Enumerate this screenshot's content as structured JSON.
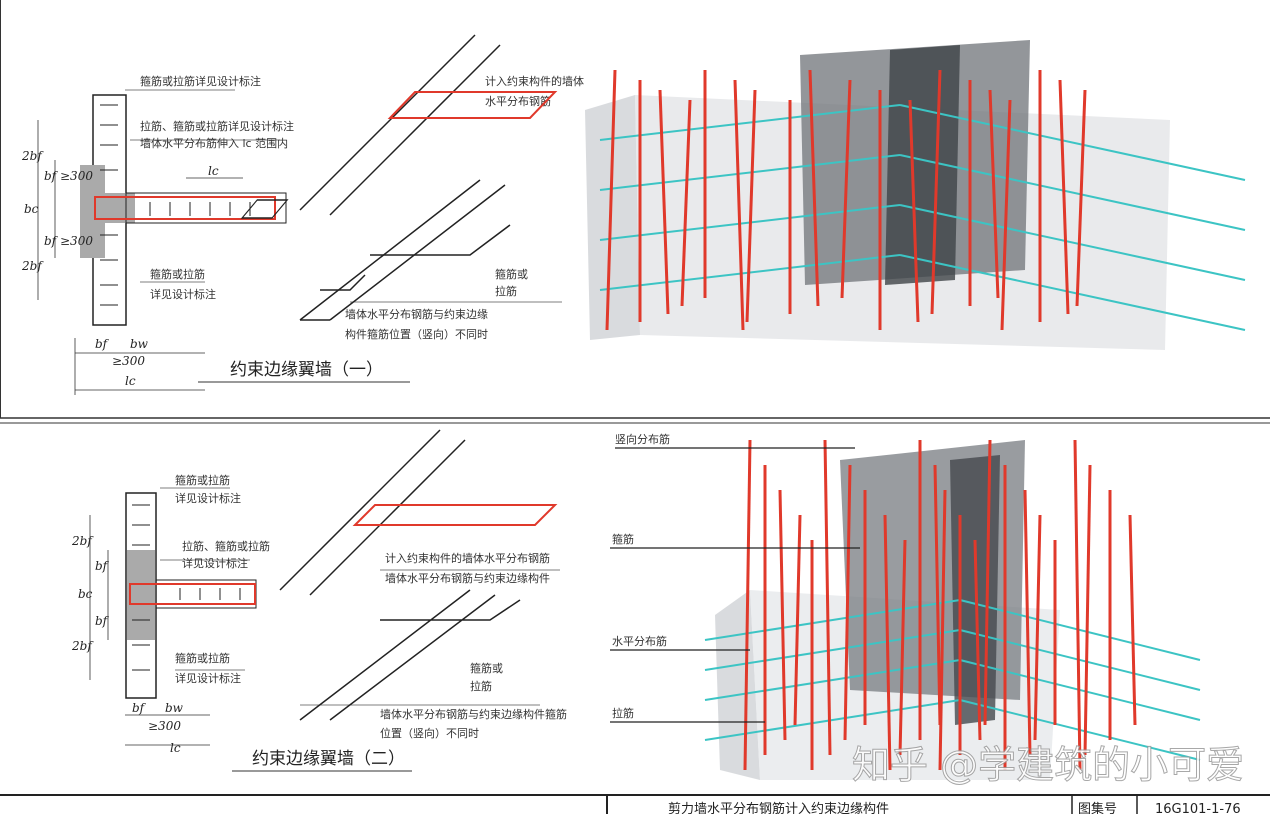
{
  "panel1": {
    "title": "约束边缘翼墙（一）",
    "labels": [
      "箍筋或拉筋详见设计标注",
      "拉筋、箍筋或拉筋详见设计标注",
      "墙体水平分布筋伸入 lc 范围内",
      "箍筋或拉筋",
      "详见设计标注",
      "计入约束构件的墙体",
      "水平分布钢筋",
      "墙体水平分布钢筋与约束边缘",
      "构件箍筋位置（竖向）不同时",
      "箍筋或",
      "拉筋"
    ],
    "dims": {
      "d1": "2bf",
      "d2": "bf",
      "d3": "bc",
      "d4": "bf",
      "d5": "2bf",
      "d6": "≥300",
      "d7": "≥300",
      "lc": "lc",
      "bw": "bw",
      "bf_b": "bf",
      "ge300": "≥300",
      "lc_b": "lc"
    }
  },
  "panel2": {
    "title": "约束边缘翼墙（二）",
    "labels": [
      "箍筋或拉筋",
      "详见设计标注",
      "拉筋、箍筋或拉筋",
      "详见设计标注",
      "计入约束构件的墙体水平分布钢筋",
      "墙体水平分布钢筋与约束边缘构件",
      "箍筋或",
      "拉筋",
      "墙体水平分布钢筋与约束边缘构件箍筋",
      "位置（竖向）不同时"
    ],
    "dims": {
      "d1": "2bf",
      "d2": "bf",
      "d3": "bc",
      "d4": "bf",
      "d5": "2bf",
      "bf_b": "bf",
      "bw": "bw",
      "ge300": "≥300",
      "lc_b": "lc"
    }
  },
  "render3d": {
    "labels": [
      "竖向分布筋",
      "箍筋",
      "水平分布筋",
      "拉筋"
    ]
  },
  "watermark": "知乎 @学建筑的小可爱",
  "title_block": {
    "drawing_title": "剪力墙水平分布钢筋计入约束边缘构件",
    "atlas_label": "图集号",
    "atlas_no": "16G101-1-76"
  },
  "colors": {
    "rebar_red": "#e0392b",
    "rebar_cyan": "#3cc4c4",
    "concrete": "#b9bcc0",
    "line": "#222222"
  }
}
